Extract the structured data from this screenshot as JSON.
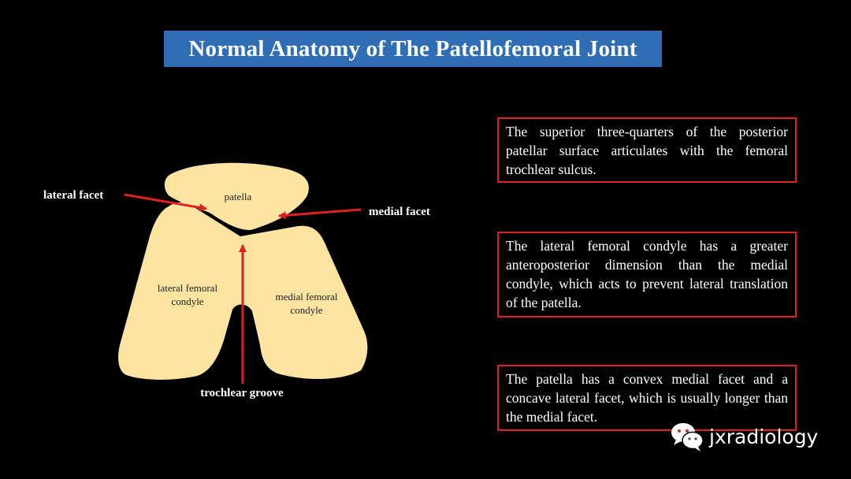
{
  "title": "Normal Anatomy of The Patellofemoral Joint",
  "colors": {
    "background": "#000000",
    "title_banner": "#2f6eb5",
    "bone": "#fde4a0",
    "arrow": "#e02020",
    "box_border": "#e02020"
  },
  "diagram": {
    "patella_label": "patella",
    "lateral_condyle_label": [
      "lateral femoral",
      "condyle"
    ],
    "medial_condyle_label": [
      "medial femoral",
      "condyle"
    ],
    "lateral_facet_label": "lateral facet",
    "medial_facet_label": "medial facet",
    "trochlear_groove_label": "trochlear groove"
  },
  "notes": [
    {
      "text": "The superior three-quarters of the posterior patellar surface articulates with the femoral trochlear sulcus."
    },
    {
      "text": "The lateral femoral condyle has a greater anteroposterior dimension than the medial condyle, which acts to prevent lateral translation of the patella."
    },
    {
      "text": "The patella has a convex medial facet and a concave lateral facet, which is usually longer than the medial facet."
    }
  ],
  "watermark": {
    "icon": "wechat-icon",
    "text": "jxradiology"
  }
}
